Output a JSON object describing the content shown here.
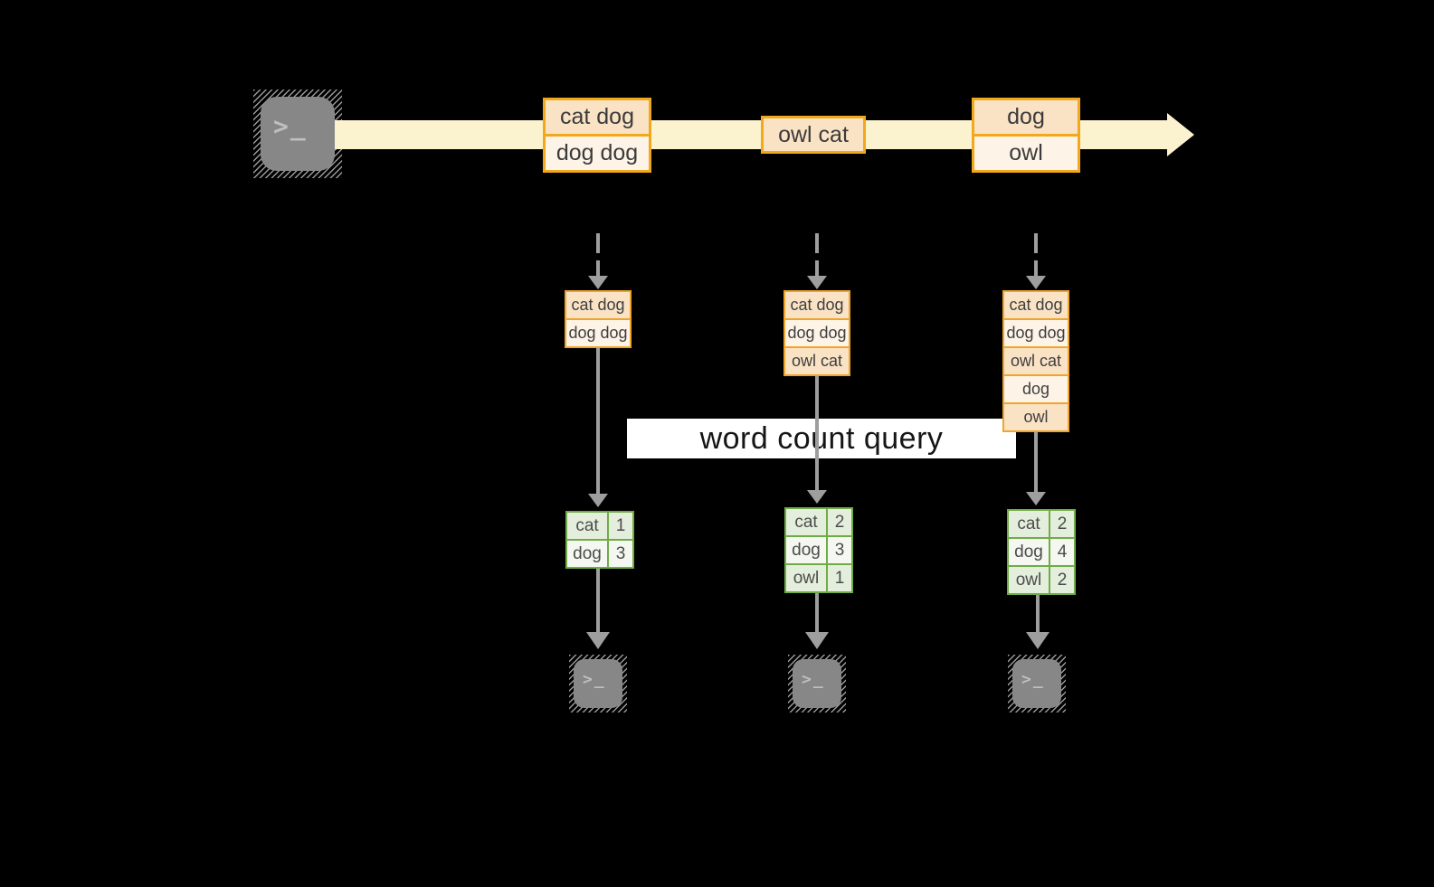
{
  "query_label": "word count query",
  "icons": {
    "terminal_glyph": ">_"
  },
  "stream": {
    "events": [
      {
        "lines": [
          "cat dog",
          "dog dog"
        ]
      },
      {
        "lines": [
          "owl cat"
        ]
      },
      {
        "lines": [
          "dog",
          "owl"
        ]
      }
    ]
  },
  "snapshots": [
    {
      "lines": [
        "cat dog",
        "dog dog"
      ]
    },
    {
      "lines": [
        "cat dog",
        "dog dog",
        "owl cat"
      ]
    },
    {
      "lines": [
        "cat dog",
        "dog dog",
        "owl cat",
        "dog",
        "owl"
      ]
    }
  ],
  "results": [
    {
      "rows": [
        {
          "word": "cat",
          "count": "1"
        },
        {
          "word": "dog",
          "count": "3"
        }
      ]
    },
    {
      "rows": [
        {
          "word": "cat",
          "count": "2"
        },
        {
          "word": "dog",
          "count": "3"
        },
        {
          "word": "owl",
          "count": "1"
        }
      ]
    },
    {
      "rows": [
        {
          "word": "cat",
          "count": "2"
        },
        {
          "word": "dog",
          "count": "4"
        },
        {
          "word": "owl",
          "count": "2"
        }
      ]
    }
  ],
  "colors": {
    "background": "#000000",
    "stream_band": "#FBF2CF",
    "event_border": "#F2A81D",
    "event_fill_dark": "#FAE2C4",
    "event_fill_light": "#FDF3E6",
    "table_border": "#6FAC46",
    "table_fill_dark": "#E4EEDC",
    "table_fill_light": "#F4F8F0",
    "arrow_gray": "#9E9E9E",
    "terminal_gray": "#878787",
    "banner_bg": "#FFFFFF",
    "text_dark": "#3B3B3B"
  }
}
